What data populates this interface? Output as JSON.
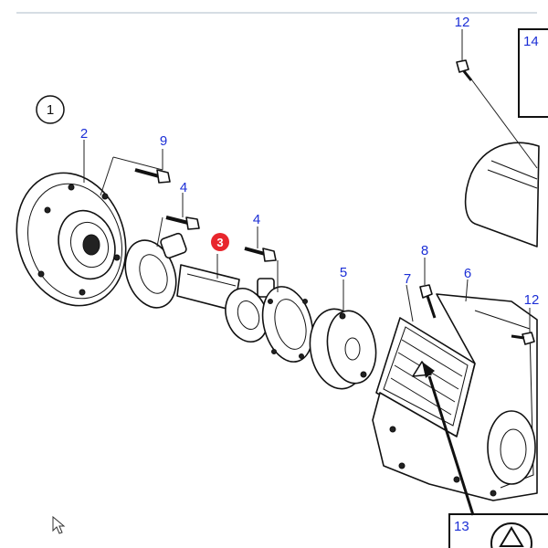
{
  "diagram": {
    "group_label": "1",
    "highlight_color": "#e8262d",
    "label_color": "#1c2fd6",
    "callouts": [
      {
        "id": "2",
        "text": "2"
      },
      {
        "id": "9",
        "text": "9"
      },
      {
        "id": "4a",
        "text": "4"
      },
      {
        "id": "3",
        "text": "3"
      },
      {
        "id": "4b",
        "text": "4"
      },
      {
        "id": "5",
        "text": "5"
      },
      {
        "id": "8",
        "text": "8"
      },
      {
        "id": "7",
        "text": "7"
      },
      {
        "id": "6",
        "text": "6"
      },
      {
        "id": "12a",
        "text": "12"
      },
      {
        "id": "12b",
        "text": "12"
      },
      {
        "id": "14",
        "text": "14"
      },
      {
        "id": "13",
        "text": "13"
      }
    ]
  }
}
